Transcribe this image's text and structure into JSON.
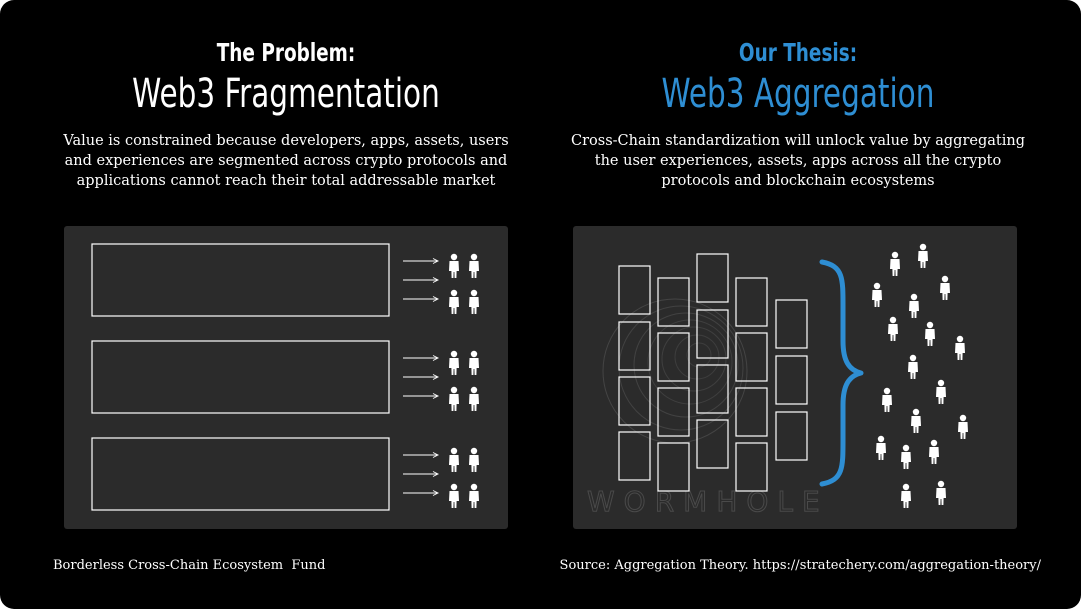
{
  "left": {
    "kicker": "The Problem:",
    "title": "Web3 Fragmentation",
    "description": "Value is constrained because developers, apps, assets, users and experiences are segmented across crypto protocols and applications cannot reach their total addressable market"
  },
  "right": {
    "kicker": "Our Thesis:",
    "title": "Web3 Aggregation",
    "description": "Cross-Chain standardization will unlock value by aggregating the user experiences, assets, apps across all the crypto protocols and blockchain ecosystems",
    "watermark": "WORMHOLE"
  },
  "footer": {
    "left": "Borderless Cross-Chain Ecosystem  Fund",
    "right": "Source: Aggregation Theory. https://stratechery.com/aggregation-theory/"
  },
  "colors": {
    "accent": "#2e8ed3",
    "background": "#000000",
    "panel": "#2b2b2b"
  }
}
